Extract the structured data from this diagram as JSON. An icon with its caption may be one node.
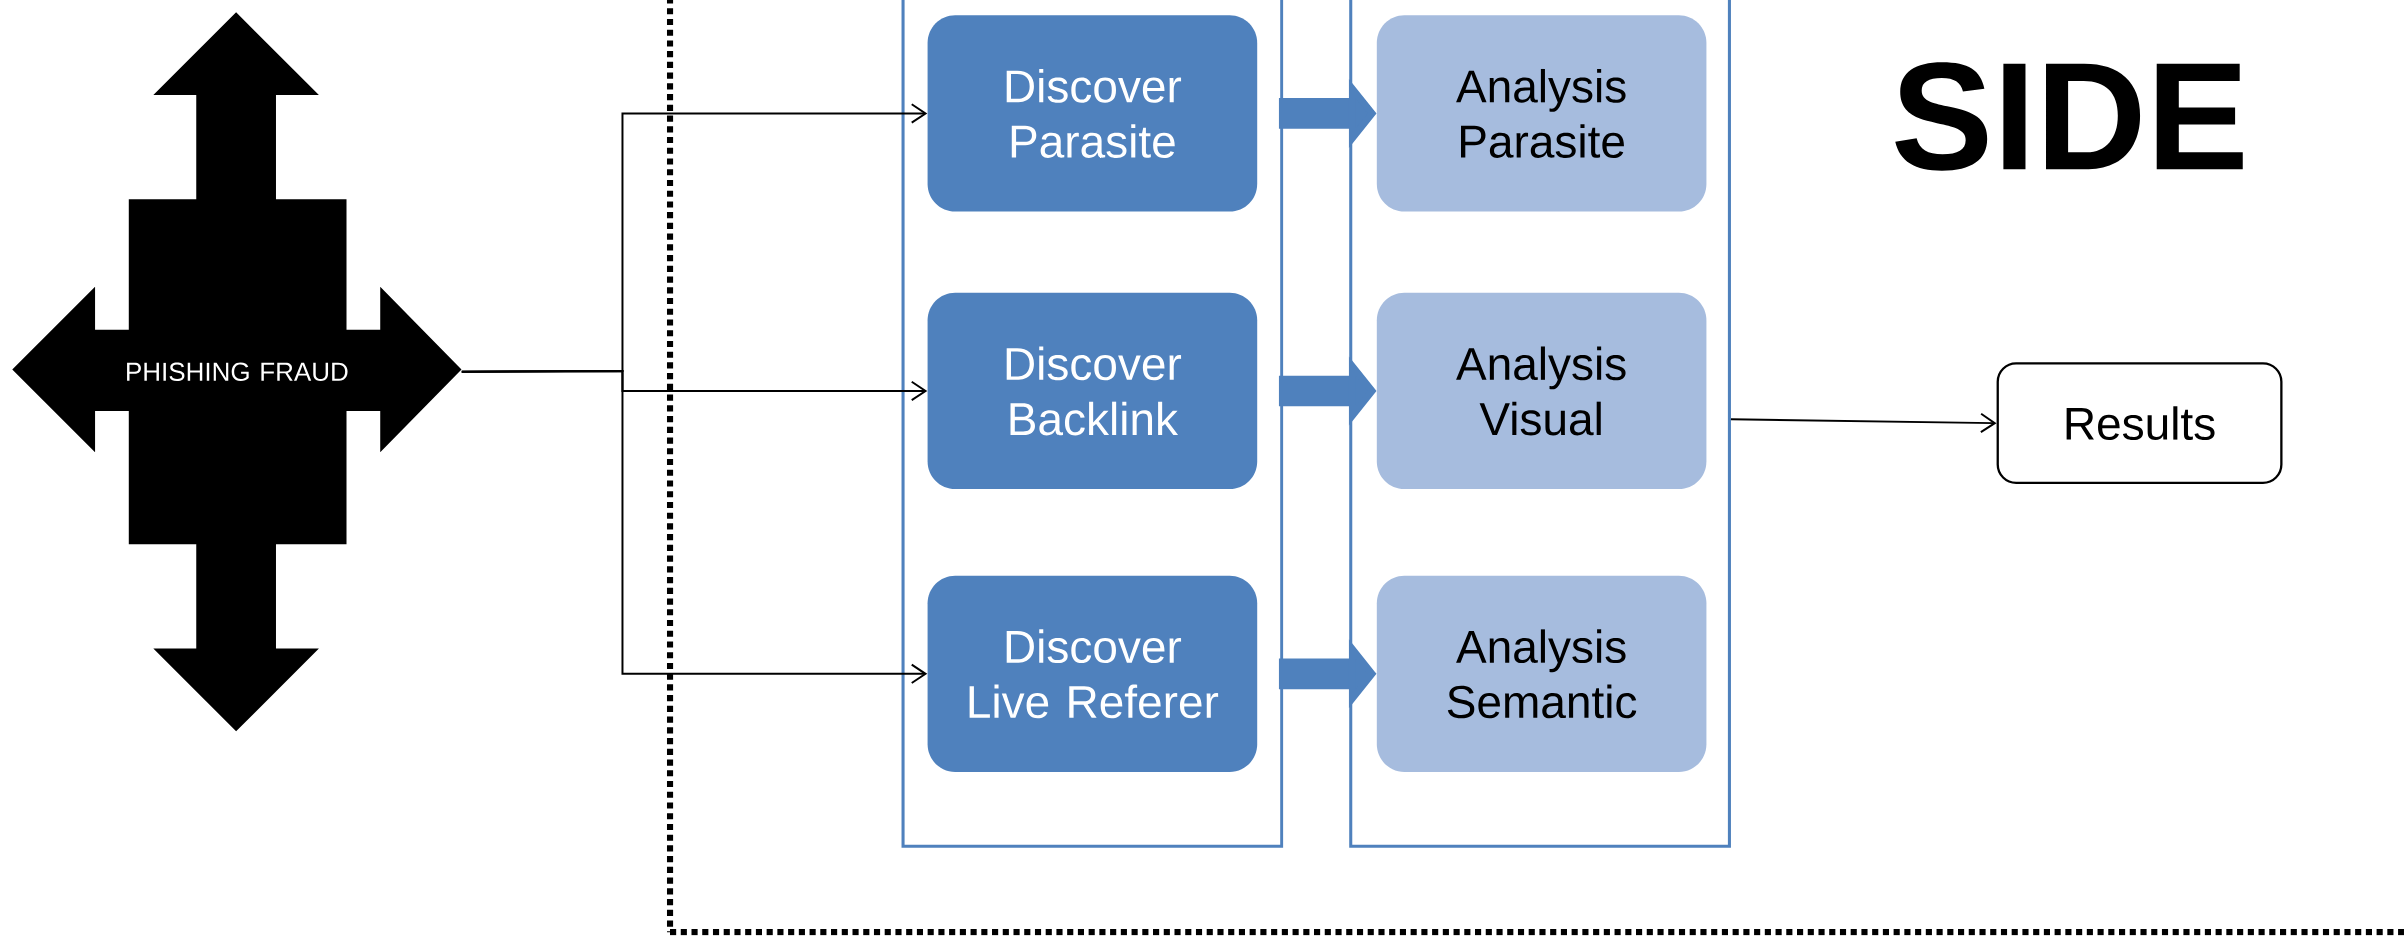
{
  "diagram": {
    "nodes": [
      {
        "text": [
          "PHISHING FRAUD"
        ]
      },
      {
        "text": [],
        "shape": "box"
      },
      {
        "text": [],
        "shape": "box",
        "in": 1
      },
      {
        "text": [
          "Discover Parasite"
        ],
        "in": 2
      },
      {
        "text": [
          "Discover Backlink"
        ],
        "in": 2
      },
      {
        "text": [
          "Discover Live Referer"
        ],
        "in": 2
      },
      {
        "text": [],
        "shape": "box",
        "in": 1
      },
      {
        "text": [
          "Analysis Parasite"
        ],
        "in": 6
      },
      {
        "text": [
          "Analysis Visual"
        ],
        "in": 6
      },
      {
        "text": [
          "Analysis Semantic"
        ],
        "in": 6
      },
      {
        "text": [
          "Results"
        ],
        "in": 1
      }
    ],
    "edges": [
      {
        "from": 0,
        "to": 3,
        "arrow": "to"
      },
      {
        "from": 0,
        "to": 4,
        "arrow": "to"
      },
      {
        "from": 0,
        "to": 5,
        "arrow": "to"
      },
      {
        "from": 3,
        "to": 7,
        "arrow": "to",
        "style": "thick",
        "color": "#4f81bd"
      },
      {
        "from": 4,
        "to": 8,
        "arrow": "to",
        "style": "thick",
        "color": "#4f81bd"
      },
      {
        "from": 5,
        "to": 9,
        "arrow": "to",
        "style": "thick",
        "color": "#4f81bd"
      },
      {
        "from": 6,
        "to": 10,
        "arrow": "to"
      }
    ],
    "labels": [
      "SIDE"
    ]
  }
}
